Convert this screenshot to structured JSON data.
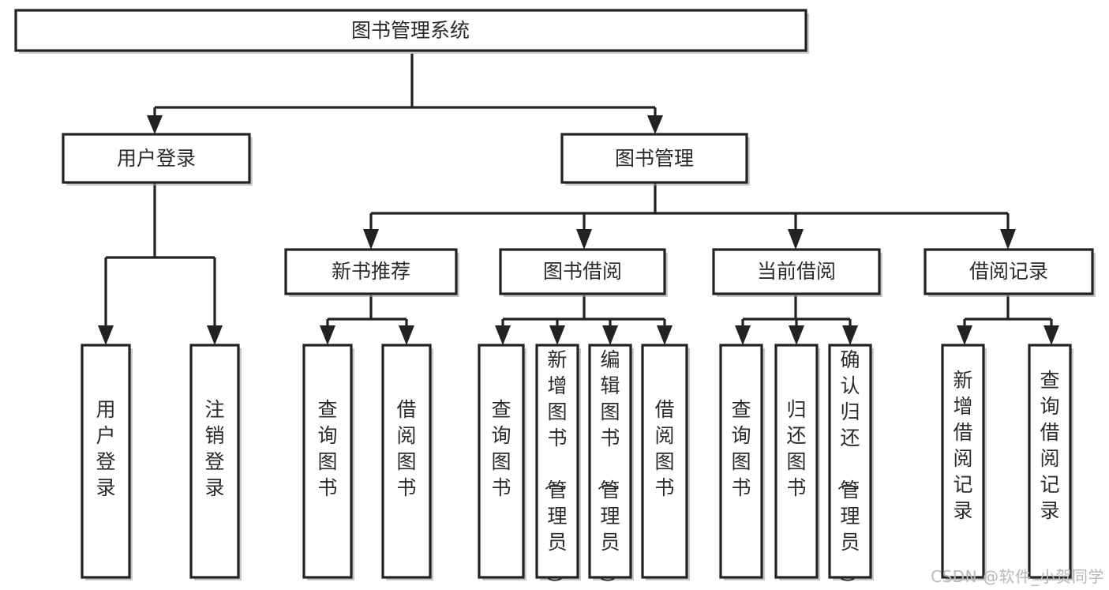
{
  "diagram": {
    "type": "tree-hierarchy-flowchart",
    "title": "图书管理系统",
    "watermark": "CSDN @软件_小贺同学",
    "colors": {
      "stroke": "#222222",
      "fill": "#ffffff",
      "text": "#2b2b2b",
      "watermark": "#b9b9b9",
      "background": "#ffffff"
    },
    "levels": {
      "root": {
        "label": "图书管理系统"
      },
      "level2": [
        {
          "id": "user-login",
          "label": "用户登录"
        },
        {
          "id": "book-management",
          "label": "图书管理"
        }
      ],
      "level3": [
        {
          "id": "new-book-recommend",
          "label": "新书推荐",
          "parent": "book-management"
        },
        {
          "id": "book-borrow",
          "label": "图书借阅",
          "parent": "book-management"
        },
        {
          "id": "current-borrow",
          "label": "当前借阅",
          "parent": "book-management"
        },
        {
          "id": "borrow-record",
          "label": "借阅记录",
          "parent": "book-management"
        }
      ],
      "leaves": [
        {
          "id": "leaf-user-login",
          "label": "用户登录",
          "parent": "user-login"
        },
        {
          "id": "leaf-logout-login",
          "label": "注销登录",
          "parent": "user-login"
        },
        {
          "id": "leaf-query-book-1",
          "label": "查询图书",
          "parent": "new-book-recommend"
        },
        {
          "id": "leaf-borrow-book-1",
          "label": "借阅图书",
          "parent": "new-book-recommend"
        },
        {
          "id": "leaf-query-book-2",
          "label": "查询图书",
          "parent": "book-borrow"
        },
        {
          "id": "leaf-add-book",
          "label": "新增图书（管理员）",
          "parent": "book-borrow"
        },
        {
          "id": "leaf-edit-book",
          "label": "编辑图书（管理员）",
          "parent": "book-borrow"
        },
        {
          "id": "leaf-borrow-book-2",
          "label": "借阅图书",
          "parent": "book-borrow"
        },
        {
          "id": "leaf-query-book-3",
          "label": "查询图书",
          "parent": "current-borrow"
        },
        {
          "id": "leaf-return-book",
          "label": "归还图书",
          "parent": "current-borrow"
        },
        {
          "id": "leaf-confirm-return",
          "label": "确认归还（管理员）",
          "parent": "current-borrow"
        },
        {
          "id": "leaf-add-record",
          "label": "新增借阅记录",
          "parent": "borrow-record"
        },
        {
          "id": "leaf-query-record",
          "label": "查询借阅记录",
          "parent": "borrow-record"
        }
      ]
    }
  }
}
